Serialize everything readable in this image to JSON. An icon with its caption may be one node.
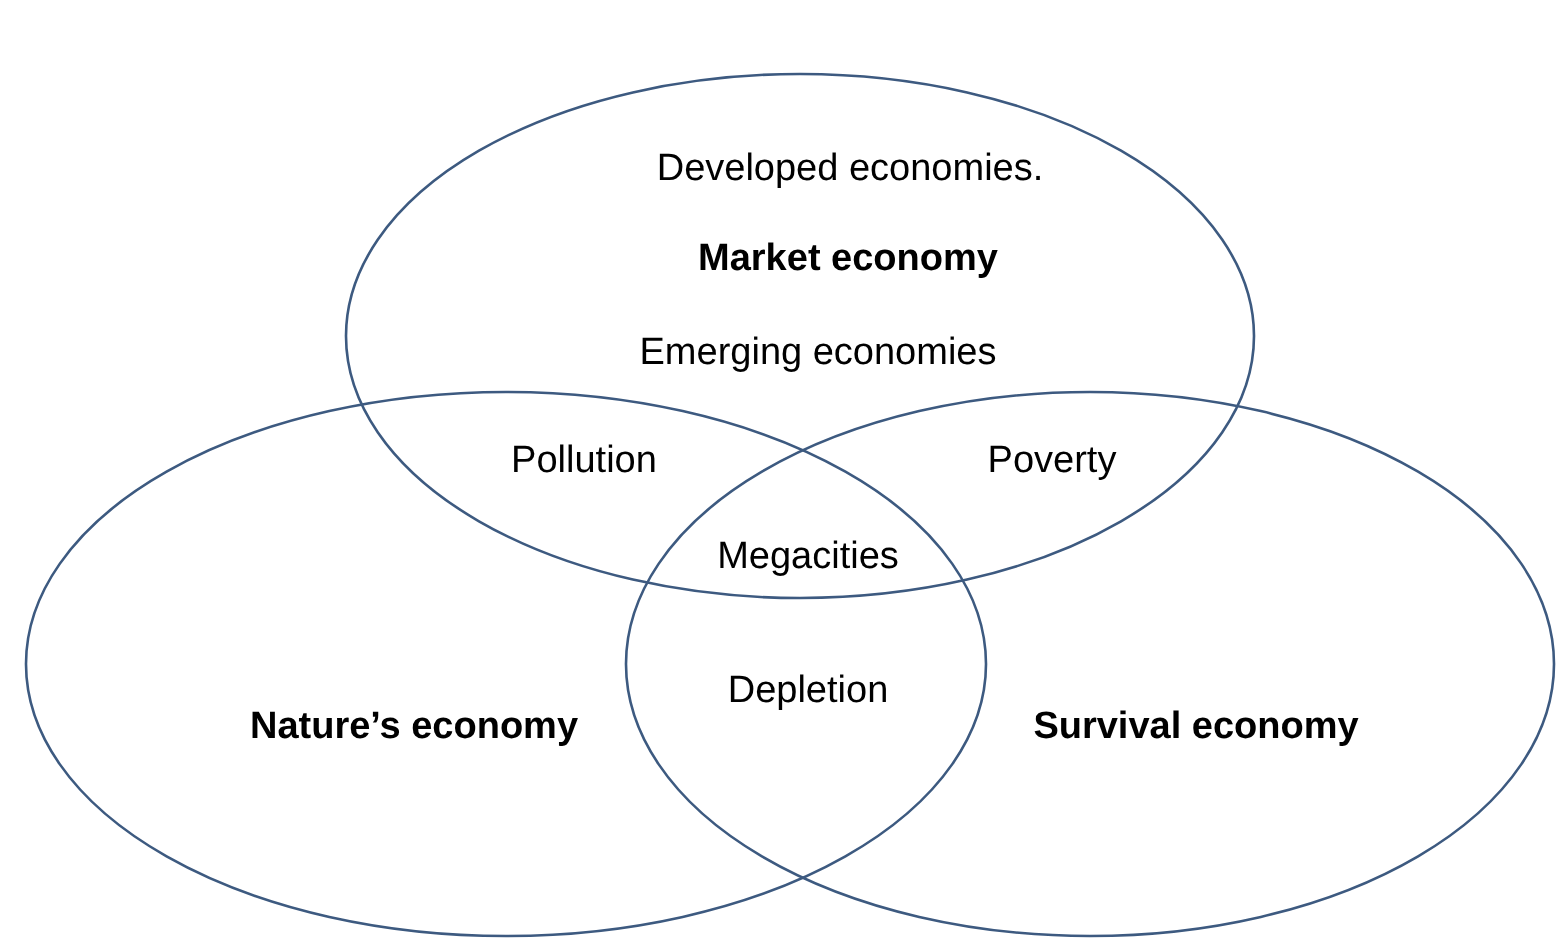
{
  "diagram": {
    "nodes": [
      {
        "text": [
          "Developed economies.",
          "Market economy",
          "Emerging economies"
        ]
      },
      {
        "text": [
          "Nature’s economy"
        ]
      },
      {
        "text": [
          "Survival economy"
        ]
      }
    ],
    "labels": [
      "Pollution",
      "Poverty",
      "Megacities",
      "Depletion"
    ]
  }
}
